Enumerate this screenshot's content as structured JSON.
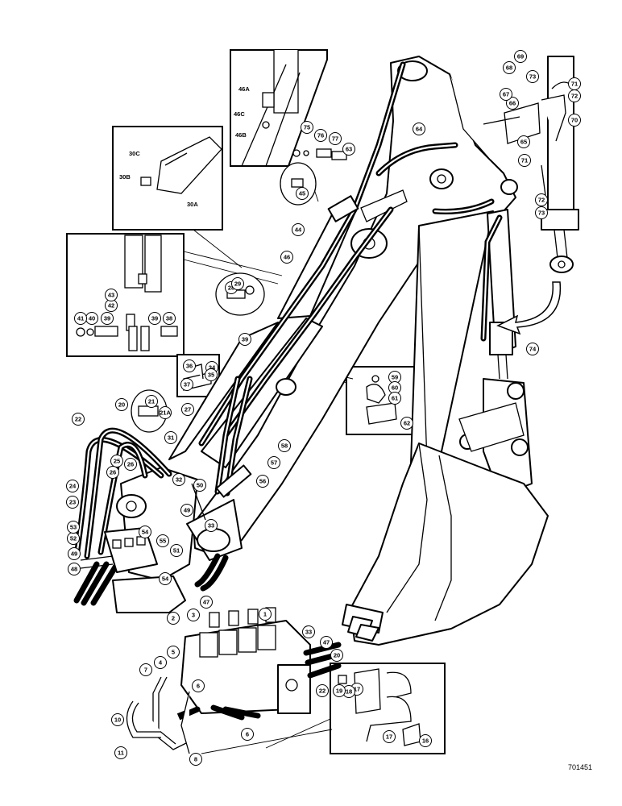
{
  "figure_number": "701451",
  "callouts": [
    {
      "id": "c1",
      "label": "1"
    },
    {
      "id": "c2",
      "label": "2"
    },
    {
      "id": "c3",
      "label": "3"
    },
    {
      "id": "c4",
      "label": "4"
    },
    {
      "id": "c5",
      "label": "5"
    },
    {
      "id": "c6",
      "label": "6"
    },
    {
      "id": "c6b",
      "label": "6"
    },
    {
      "id": "c7",
      "label": "7"
    },
    {
      "id": "c8",
      "label": "8"
    },
    {
      "id": "c10",
      "label": "10"
    },
    {
      "id": "c11",
      "label": "11"
    },
    {
      "id": "c16",
      "label": "16"
    },
    {
      "id": "c17",
      "label": "17"
    },
    {
      "id": "c17b",
      "label": "17"
    },
    {
      "id": "c18",
      "label": "18"
    },
    {
      "id": "c19",
      "label": "19"
    },
    {
      "id": "c20",
      "label": "20"
    },
    {
      "id": "c20b",
      "label": "20"
    },
    {
      "id": "c21",
      "label": "21"
    },
    {
      "id": "c21a",
      "label": "21A"
    },
    {
      "id": "c22",
      "label": "22"
    },
    {
      "id": "c22b",
      "label": "22"
    },
    {
      "id": "c23",
      "label": "23"
    },
    {
      "id": "c24",
      "label": "24"
    },
    {
      "id": "c25",
      "label": "25"
    },
    {
      "id": "c26",
      "label": "26"
    },
    {
      "id": "c26b",
      "label": "26"
    },
    {
      "id": "c27",
      "label": "27"
    },
    {
      "id": "c28",
      "label": "28"
    },
    {
      "id": "c29",
      "label": "29"
    },
    {
      "id": "c30a",
      "label": "30A"
    },
    {
      "id": "c30b",
      "label": "30B"
    },
    {
      "id": "c30c",
      "label": "30C"
    },
    {
      "id": "c31",
      "label": "31"
    },
    {
      "id": "c32",
      "label": "32"
    },
    {
      "id": "c33",
      "label": "33"
    },
    {
      "id": "c33b",
      "label": "33"
    },
    {
      "id": "c34",
      "label": "34"
    },
    {
      "id": "c35",
      "label": "35"
    },
    {
      "id": "c36",
      "label": "36"
    },
    {
      "id": "c37",
      "label": "37"
    },
    {
      "id": "c38",
      "label": "38"
    },
    {
      "id": "c39",
      "label": "39"
    },
    {
      "id": "c39b",
      "label": "39"
    },
    {
      "id": "c39c",
      "label": "39"
    },
    {
      "id": "c40",
      "label": "40"
    },
    {
      "id": "c41",
      "label": "41"
    },
    {
      "id": "c42",
      "label": "42"
    },
    {
      "id": "c43",
      "label": "43"
    },
    {
      "id": "c44",
      "label": "44"
    },
    {
      "id": "c45",
      "label": "45"
    },
    {
      "id": "c46",
      "label": "46"
    },
    {
      "id": "c46a",
      "label": "46A"
    },
    {
      "id": "c46b",
      "label": "46B"
    },
    {
      "id": "c46c",
      "label": "46C"
    },
    {
      "id": "c47",
      "label": "47"
    },
    {
      "id": "c47b",
      "label": "47"
    },
    {
      "id": "c48",
      "label": "48"
    },
    {
      "id": "c49",
      "label": "49"
    },
    {
      "id": "c49b",
      "label": "49"
    },
    {
      "id": "c50",
      "label": "50"
    },
    {
      "id": "c51",
      "label": "51"
    },
    {
      "id": "c52",
      "label": "52"
    },
    {
      "id": "c53",
      "label": "53"
    },
    {
      "id": "c54",
      "label": "54"
    },
    {
      "id": "c54b",
      "label": "54"
    },
    {
      "id": "c55",
      "label": "55"
    },
    {
      "id": "c56",
      "label": "56"
    },
    {
      "id": "c57",
      "label": "57"
    },
    {
      "id": "c58",
      "label": "58"
    },
    {
      "id": "c59",
      "label": "59"
    },
    {
      "id": "c60",
      "label": "60"
    },
    {
      "id": "c61",
      "label": "61"
    },
    {
      "id": "c62",
      "label": "62"
    },
    {
      "id": "c63",
      "label": "63"
    },
    {
      "id": "c64",
      "label": "64"
    },
    {
      "id": "c65",
      "label": "65"
    },
    {
      "id": "c66",
      "label": "66"
    },
    {
      "id": "c67",
      "label": "67"
    },
    {
      "id": "c68",
      "label": "68"
    },
    {
      "id": "c69",
      "label": "69"
    },
    {
      "id": "c70",
      "label": "70"
    },
    {
      "id": "c71",
      "label": "71"
    },
    {
      "id": "c71b",
      "label": "71"
    },
    {
      "id": "c72",
      "label": "72"
    },
    {
      "id": "c72b",
      "label": "72"
    },
    {
      "id": "c73",
      "label": "73"
    },
    {
      "id": "c73b",
      "label": "73"
    },
    {
      "id": "c74",
      "label": "74"
    },
    {
      "id": "c75",
      "label": "75"
    },
    {
      "id": "c76",
      "label": "76"
    },
    {
      "id": "c77",
      "label": "77"
    }
  ]
}
